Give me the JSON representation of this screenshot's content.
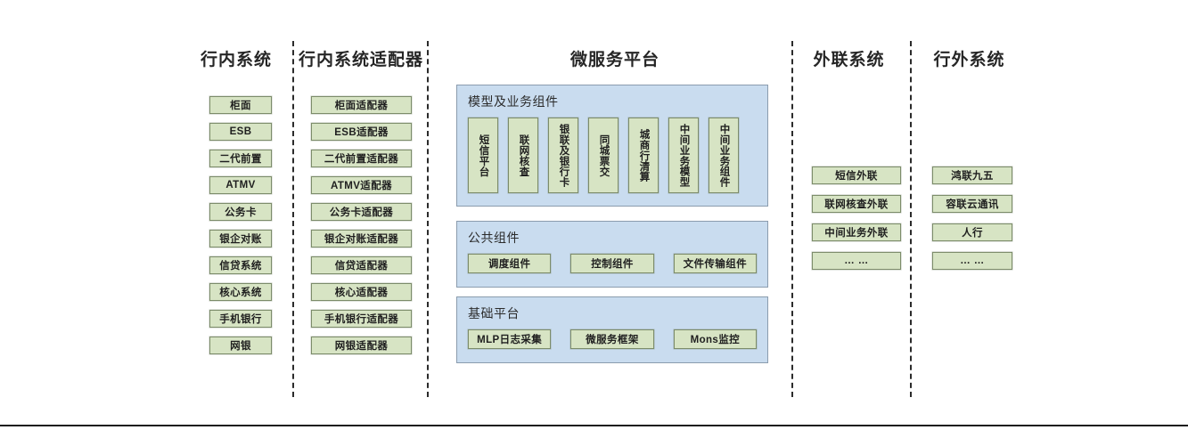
{
  "diagram": {
    "columns": [
      {
        "key": "internal_systems",
        "title": "行内系统",
        "items": [
          "柜面",
          "ESB",
          "二代前置",
          "ATMV",
          "公务卡",
          "银企对账",
          "信贷系统",
          "核心系统",
          "手机银行",
          "网银"
        ]
      },
      {
        "key": "internal_adapters",
        "title": "行内系统适配器",
        "items": [
          "柜面适配器",
          "ESB适配器",
          "二代前置适配器",
          "ATMV适配器",
          "公务卡适配器",
          "银企对账适配器",
          "信贷适配器",
          "核心适配器",
          "手机银行适配器",
          "网银适配器"
        ]
      },
      {
        "key": "external_link_systems",
        "title": "外联系统",
        "items": [
          "短信外联",
          "联网核查外联",
          "中间业务外联",
          "… …"
        ]
      },
      {
        "key": "offbank_systems",
        "title": "行外系统",
        "items": [
          "鸿联九五",
          "容联云通讯",
          "人行",
          "… …"
        ]
      }
    ],
    "platform": {
      "title": "微服务平台",
      "bands": [
        {
          "key": "model_business_components",
          "title": "模型及业务组件",
          "orientation": "vertical",
          "items": [
            "短信平台",
            "联网核查",
            "银联及银行卡",
            "同城票交",
            "城商行清算",
            "中间业务模型",
            "中间业务组件"
          ]
        },
        {
          "key": "common_components",
          "title": "公共组件",
          "orientation": "horizontal",
          "items": [
            "调度组件",
            "控制组件",
            "文件传输组件"
          ]
        },
        {
          "key": "base_platform",
          "title": "基础平台",
          "orientation": "horizontal",
          "items": [
            "MLP日志采集",
            "微服务框架",
            "Mons监控"
          ]
        }
      ]
    },
    "colors": {
      "node_fill": "#d7e4c4",
      "node_border": "#7c8c6a",
      "panel_fill": "#c9dcef",
      "panel_border": "#8b9cae",
      "separator": "#2b2b2b",
      "text": "#1f1f1f"
    }
  }
}
